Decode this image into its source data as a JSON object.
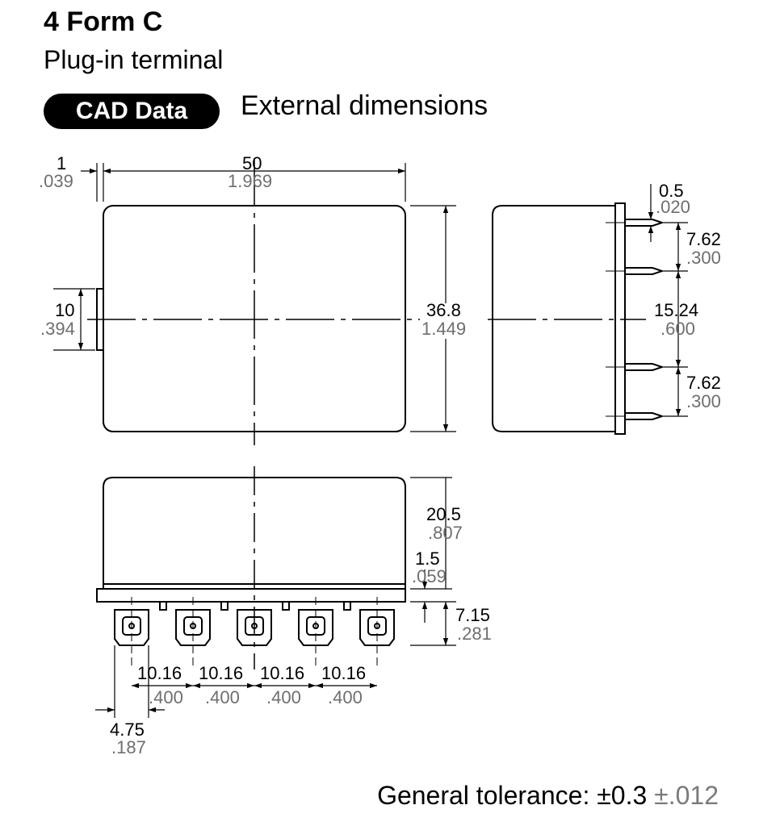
{
  "header": {
    "title": "4 Form C",
    "subtitle": "Plug-in terminal",
    "badge": "CAD Data",
    "section": "External dimensions"
  },
  "dimensions": {
    "flange_thickness": {
      "mm": "1",
      "inch": ".039"
    },
    "width": {
      "mm": "50",
      "inch": "1.969"
    },
    "flange_height": {
      "mm": "10",
      "inch": ".394"
    },
    "height": {
      "mm": "36.8",
      "inch": "1.449"
    },
    "pin_thickness": {
      "mm": "0.5",
      "inch": ".020"
    },
    "pin_pitch_top": {
      "mm": "7.62",
      "inch": ".300"
    },
    "pin_pitch_mid": {
      "mm": "15.24",
      "inch": ".600"
    },
    "pin_pitch_bottom": {
      "mm": "7.62",
      "inch": ".300"
    },
    "body_depth": {
      "mm": "20.5",
      "inch": ".807"
    },
    "base_thickness": {
      "mm": "1.5",
      "inch": ".059"
    },
    "terminal_length": {
      "mm": "7.15",
      "inch": ".281"
    },
    "terminal_pitch_1": {
      "mm": "10.16",
      "inch": ".400"
    },
    "terminal_pitch_2": {
      "mm": "10.16",
      "inch": ".400"
    },
    "terminal_pitch_3": {
      "mm": "10.16",
      "inch": ".400"
    },
    "terminal_pitch_4": {
      "mm": "10.16",
      "inch": ".400"
    },
    "terminal_width": {
      "mm": "4.75",
      "inch": ".187"
    }
  },
  "tolerance": {
    "label": "General tolerance: ",
    "mm": "±0.3",
    "inch": "±.012"
  }
}
